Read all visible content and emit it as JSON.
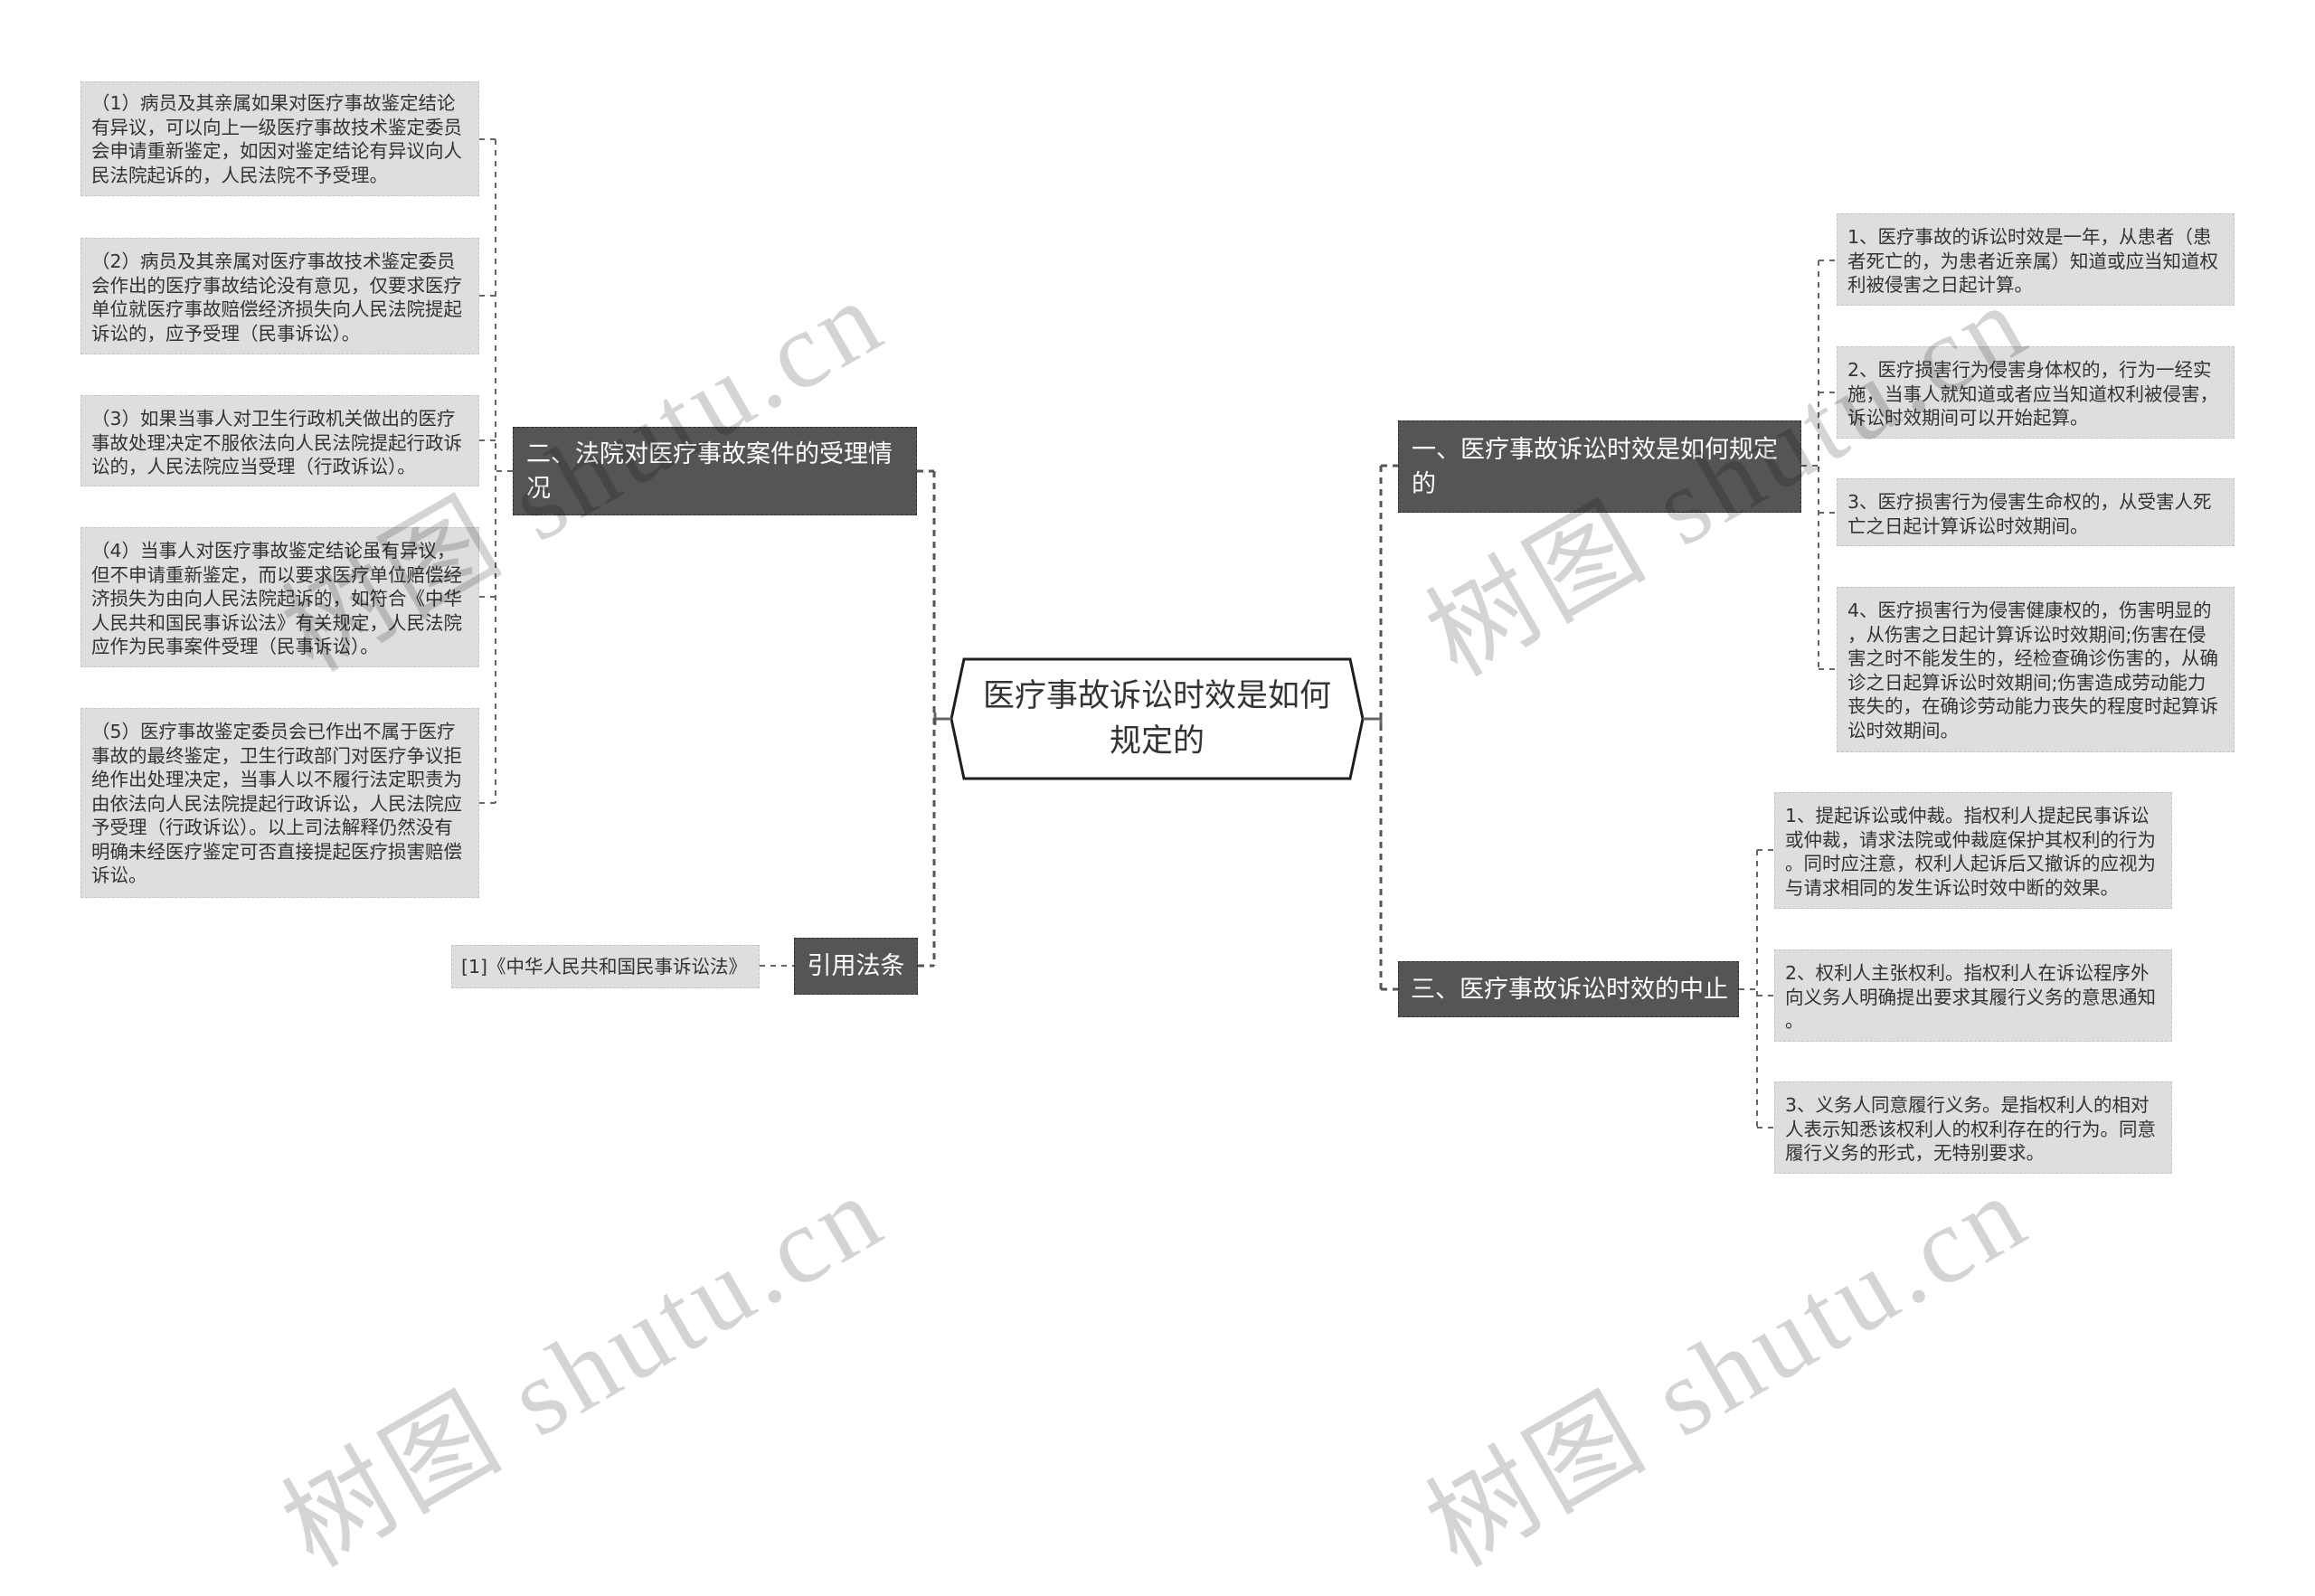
{
  "colors": {
    "topic_bg": "#555555",
    "leaf_bg": "#dedede",
    "text": "#333333",
    "line": "#555555"
  },
  "center": {
    "lines": [
      "医疗事故诉讼时效是如何",
      "规定的"
    ]
  },
  "branches": {
    "b1": {
      "label_lines": [
        "一、医疗事故诉讼时效是如何规定",
        "的"
      ],
      "items": [
        {
          "lines": [
            "1、医疗事故的诉讼时效是一年，从患者（患",
            "者死亡的，为患者近亲属）知道或应当知道权",
            "利被侵害之日起计算。"
          ]
        },
        {
          "lines": [
            "2、医疗损害行为侵害身体权的，行为一经实",
            "施，当事人就知道或者应当知道权利被侵害，",
            "诉讼时效期间可以开始起算。"
          ]
        },
        {
          "lines": [
            "3、医疗损害行为侵害生命权的，从受害人死",
            "亡之日起计算诉讼时效期间。"
          ]
        },
        {
          "lines": [
            "4、医疗损害行为侵害健康权的，伤害明显的",
            "，从伤害之日起计算诉讼时效期间;伤害在侵",
            "害之时不能发生的，经检查确诊伤害的，从确",
            "诊之日起算诉讼时效期间;伤害造成劳动能力",
            "丧失的，在确诊劳动能力丧失的程度时起算诉",
            "讼时效期间。"
          ]
        }
      ]
    },
    "b2": {
      "label_lines": [
        "二、法院对医疗事故案件的受理情",
        "况"
      ],
      "items": [
        {
          "lines": [
            "（1）病员及其亲属如果对医疗事故鉴定结论",
            "有异议，可以向上一级医疗事故技术鉴定委员",
            "会申请重新鉴定，如因对鉴定结论有异议向人",
            "民法院起诉的，人民法院不予受理。"
          ]
        },
        {
          "lines": [
            "（2）病员及其亲属对医疗事故技术鉴定委员",
            "会作出的医疗事故结论没有意见，仅要求医疗",
            "单位就医疗事故赔偿经济损失向人民法院提起",
            "诉讼的，应予受理（民事诉讼）。"
          ]
        },
        {
          "lines": [
            "（3）如果当事人对卫生行政机关做出的医疗",
            "事故处理决定不服依法向人民法院提起行政诉",
            "讼的，人民法院应当受理（行政诉讼）。"
          ]
        },
        {
          "lines": [
            "（4）当事人对医疗事故鉴定结论虽有异议，",
            "但不申请重新鉴定，而以要求医疗单位赔偿经",
            "济损失为由向人民法院起诉的，如符合《中华",
            "人民共和国民事诉讼法》有关规定，人民法院",
            "应作为民事案件受理（民事诉讼）。"
          ]
        },
        {
          "lines": [
            "（5）医疗事故鉴定委员会已作出不属于医疗",
            "事故的最终鉴定，卫生行政部门对医疗争议拒",
            "绝作出处理决定，当事人以不履行法定职责为",
            "由依法向人民法院提起行政诉讼，人民法院应",
            "予受理（行政诉讼）。以上司法解释仍然没有",
            "明确未经医疗鉴定可否直接提起医疗损害赔偿",
            "诉讼。"
          ]
        }
      ]
    },
    "b3": {
      "label_lines": [
        "三、医疗事故诉讼时效的中止"
      ],
      "items": [
        {
          "lines": [
            "1、提起诉讼或仲裁。指权利人提起民事诉讼",
            "或仲裁，请求法院或仲裁庭保护其权利的行为",
            "。同时应注意，权利人起诉后又撤诉的应视为",
            "与请求相同的发生诉讼时效中断的效果。"
          ]
        },
        {
          "lines": [
            "2、权利人主张权利。指权利人在诉讼程序外",
            "向义务人明确提出要求其履行义务的意思通知",
            "。"
          ]
        },
        {
          "lines": [
            "3、义务人同意履行义务。是指权利人的相对",
            "人表示知悉该权利人的权利存在的行为。同意",
            "履行义务的形式，无特别要求。"
          ]
        }
      ]
    },
    "ref": {
      "label": "引用法条",
      "items": [
        {
          "lines": [
            "[1]《中华人民共和国民事诉讼法》"
          ]
        }
      ]
    }
  },
  "watermark": {
    "text": "树图 shutu.cn"
  }
}
